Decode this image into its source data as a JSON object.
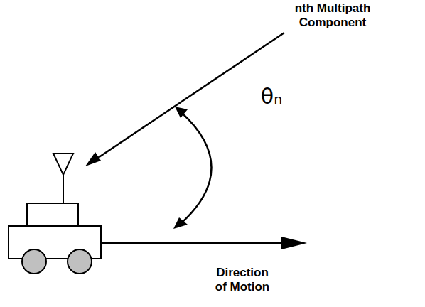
{
  "diagram": {
    "labels": [
      "nth Multipath Component",
      "θₙ",
      "Direction of Motion"
    ]
  }
}
